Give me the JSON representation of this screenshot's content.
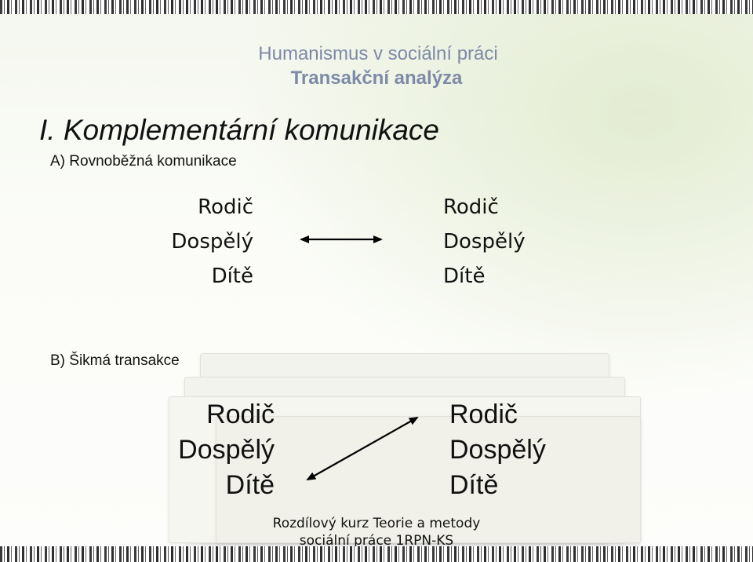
{
  "header": {
    "line1": "Humanismus v sociální práci",
    "line2": "Transakční analýza"
  },
  "title": "I. Komplementární komunikace",
  "section_a": {
    "label": "A) Rovnoběžná komunikace",
    "left": [
      "Rodič",
      "Dospělý",
      "Dítě"
    ],
    "right": [
      "Rodič",
      "Dospělý",
      "Dítě"
    ]
  },
  "section_b": {
    "label": "B) Šikmá transakce",
    "left": [
      "Rodič",
      "Dospělý",
      "Dítě"
    ],
    "right": [
      "Rodič",
      "Dospělý",
      "Dítě"
    ]
  },
  "footer": {
    "line1": "Rozdílový kurz Teorie a metody",
    "line2": "sociální práce 1RPN-KS"
  }
}
